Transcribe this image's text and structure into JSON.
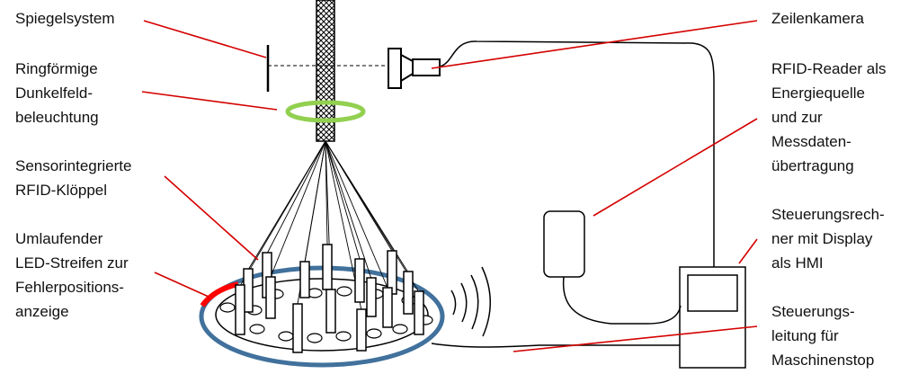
{
  "labels": {
    "spiegelsystem": "Spiegelsystem",
    "dunkelfeld": "Ringförmige\nDunkelfeld-\nbeleuchtung",
    "kloeppel": "Sensorintegrierte\nRFID-Klöppel",
    "led": "Umlaufender\nLED-Streifen zur\nFehlerpositions-\nanzeige",
    "zeilenkamera": "Zeilenkamera",
    "rfid_reader": "RFID-Reader als\nEnergiequelle\nund zur\nMessdaten-\nübertragung",
    "steuerungsrechner": "Steuerungsrech-\nner mit Display\nals HMI",
    "steuerungsleitung": "Steuerungs-\nleitung für\nMaschinenstop"
  },
  "colors": {
    "leader": "#d40000",
    "ring_light": "#92d050",
    "led_strip": "#ff0000",
    "track": "#41719c",
    "line": "#000000"
  }
}
